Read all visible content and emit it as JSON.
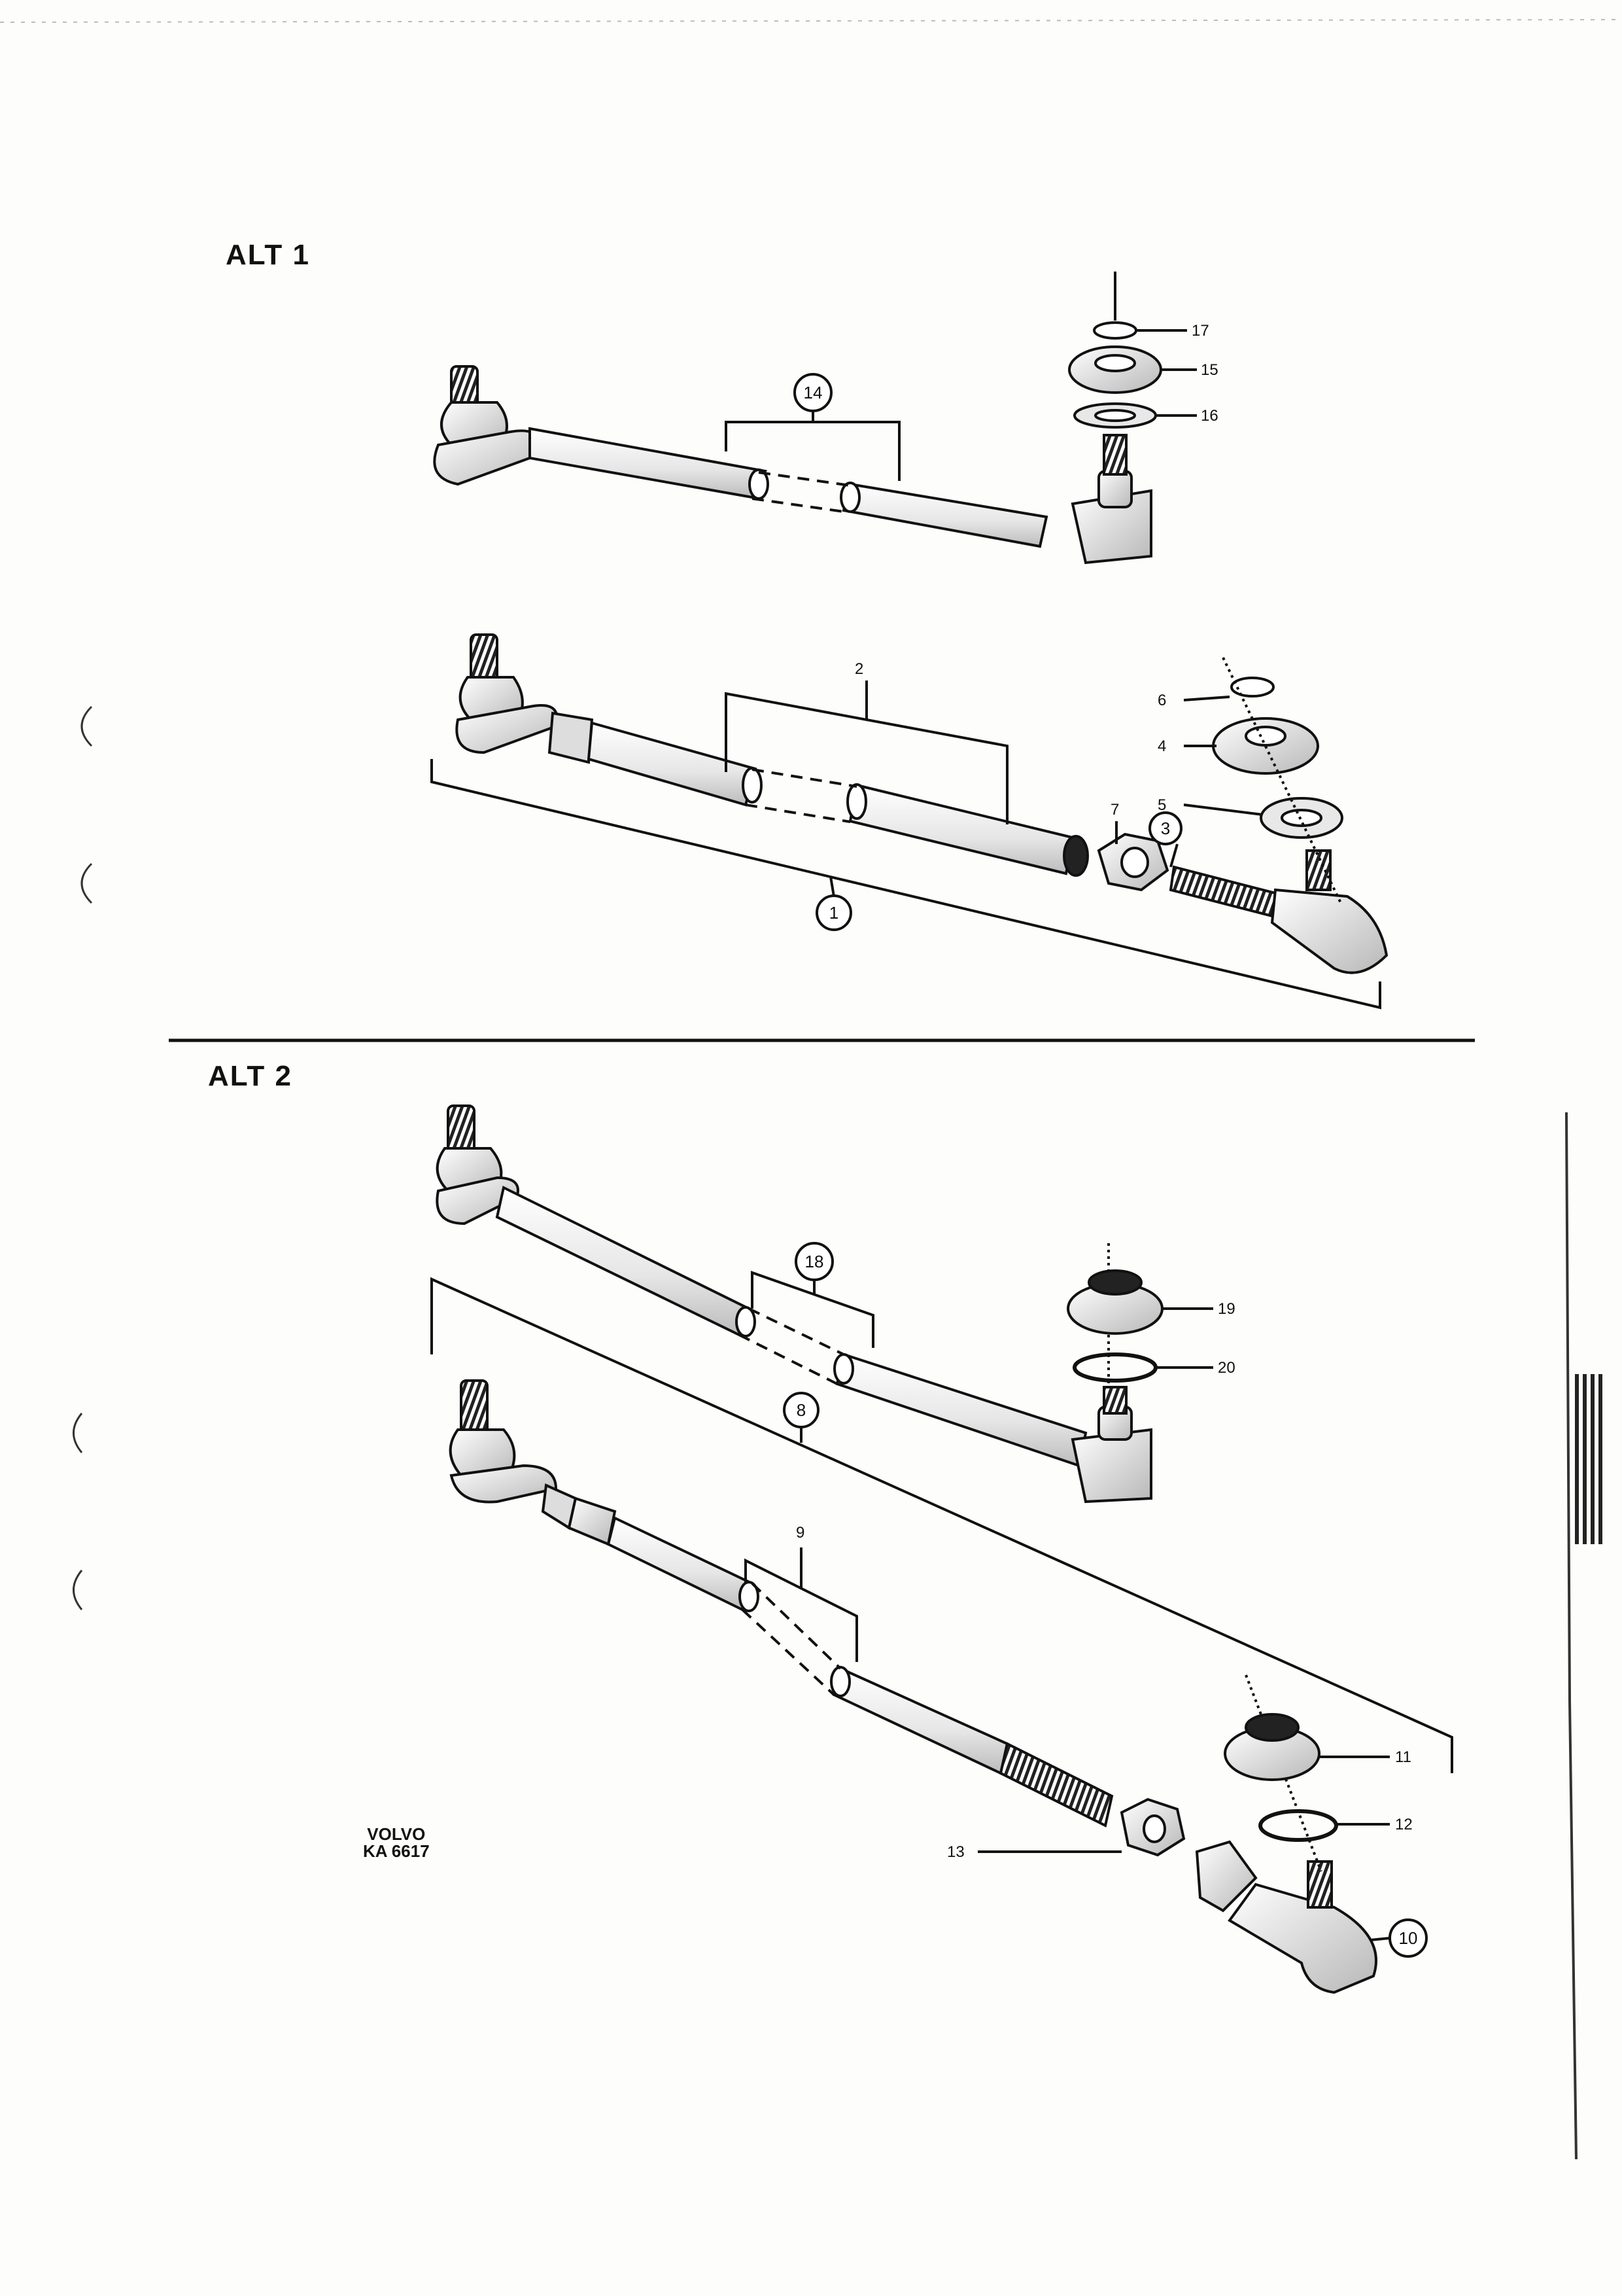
{
  "sections": {
    "alt1": {
      "title": "ALT 1"
    },
    "alt2": {
      "title": "ALT 2"
    }
  },
  "brand": {
    "line1": "VOLVO",
    "line2": "KA 6617"
  },
  "callouts": [
    {
      "id": "1",
      "circled": true
    },
    {
      "id": "2",
      "circled": false
    },
    {
      "id": "3",
      "circled": true
    },
    {
      "id": "4",
      "circled": false
    },
    {
      "id": "5",
      "circled": false
    },
    {
      "id": "6",
      "circled": false
    },
    {
      "id": "7",
      "circled": false
    },
    {
      "id": "8",
      "circled": true
    },
    {
      "id": "9",
      "circled": false
    },
    {
      "id": "10",
      "circled": true
    },
    {
      "id": "11",
      "circled": false
    },
    {
      "id": "12",
      "circled": false
    },
    {
      "id": "13",
      "circled": false
    },
    {
      "id": "14",
      "circled": true
    },
    {
      "id": "15",
      "circled": false
    },
    {
      "id": "16",
      "circled": false
    },
    {
      "id": "17",
      "circled": false
    },
    {
      "id": "18",
      "circled": true
    },
    {
      "id": "19",
      "circled": false
    },
    {
      "id": "20",
      "circled": false
    }
  ],
  "colors": {
    "ink": "#111111",
    "paper": "#fdfdfb",
    "shade": "#cfcfcf"
  }
}
